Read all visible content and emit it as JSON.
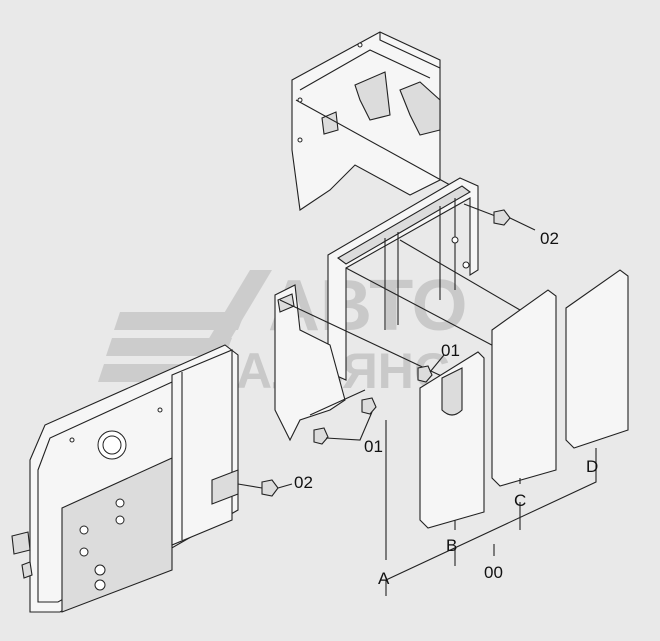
{
  "watermark": {
    "line1": "АВТО",
    "line2": "АЛЬЯНС"
  },
  "callouts": {
    "c02_top": "02",
    "c01_upper": "01",
    "c01_lower": "01",
    "c02_left": "02",
    "cA": "A",
    "cB": "B",
    "cC": "C",
    "cD": "D",
    "c00": "00"
  }
}
